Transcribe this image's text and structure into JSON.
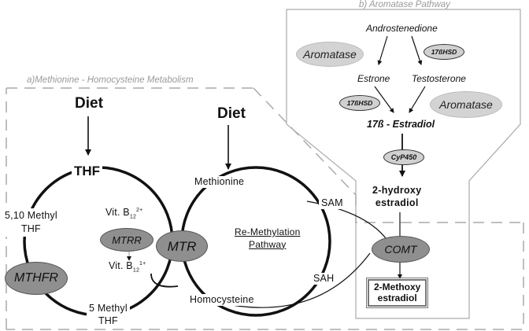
{
  "section_a": {
    "title": "a)Methionine - Homocysteine Metabolism",
    "diet_left": "Diet",
    "diet_right": "Diet",
    "thf": "THF",
    "methyl_510_line1": "5,10 Methyl",
    "methyl_510_line2": "THF",
    "methyl5_line1": "5 Methyl",
    "methyl5_line2": "THF",
    "mthfr": "MTHFR",
    "mtrr": "MTRR",
    "mtr": "MTR",
    "vitb12_top": {
      "prefix": "Vit. B",
      "sub": "12",
      "sup": "2+"
    },
    "vitb12_bottom": {
      "prefix": "Vit. B",
      "sub": "12",
      "sup": "1+"
    },
    "methionine": "Methionine",
    "homocysteine": "Homocysteine",
    "remethylation_line1": "Re-Methylation",
    "remethylation_line2": "Pathway",
    "sam": "SAM",
    "sah": "SAH"
  },
  "section_b": {
    "title": "b) Aromatase Pathway",
    "androstenedione": "Androstenedione",
    "aromatase_left": "Aromatase",
    "hsd_top": "17ßHSD",
    "estrone": "Estrone",
    "testosterone": "Testosterone",
    "hsd_bottom": "17ßHSD",
    "aromatase_right": "Aromatase",
    "estradiol": "17ß - Estradiol",
    "cyp450": "CyP450",
    "hydroxy_line1": "2-hydroxy",
    "hydroxy_line2": "estradiol",
    "comt": "COMT",
    "methoxy_line1": "2-Methoxy",
    "methoxy_line2": "estradiol"
  },
  "colors": {
    "enzyme_dark": "#8f8f8f",
    "enzyme_light": "#d3d3d3",
    "frame": "#aaaaaa",
    "line": "#111111"
  }
}
